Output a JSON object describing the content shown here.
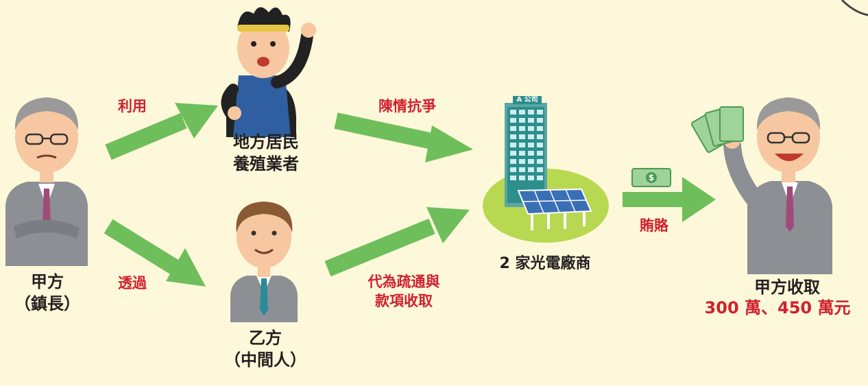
{
  "colors": {
    "background": "#fdf8d9",
    "arrow": "#6ebe5b",
    "label_red": "#d0202e",
    "label_black": "#231f20",
    "suit": "#8c8f94",
    "grass": "#b9d852"
  },
  "nodes": {
    "party_a": "甲方\n（鎮長）",
    "residents": "地方居民\n養殖業者",
    "party_b": "乙方\n（中間人）",
    "company_sign": "A 公司",
    "vendors": "2 家光電廠商",
    "receiver_title": "甲方收取",
    "receiver_amount": "300 萬、450 萬元"
  },
  "edges": {
    "use": "利用",
    "through": "透過",
    "petition": "陳情抗爭",
    "mediate": "代為疏通與\n款項收取",
    "bribe": "賄賂"
  },
  "icons": {
    "money_symbol": "$"
  }
}
